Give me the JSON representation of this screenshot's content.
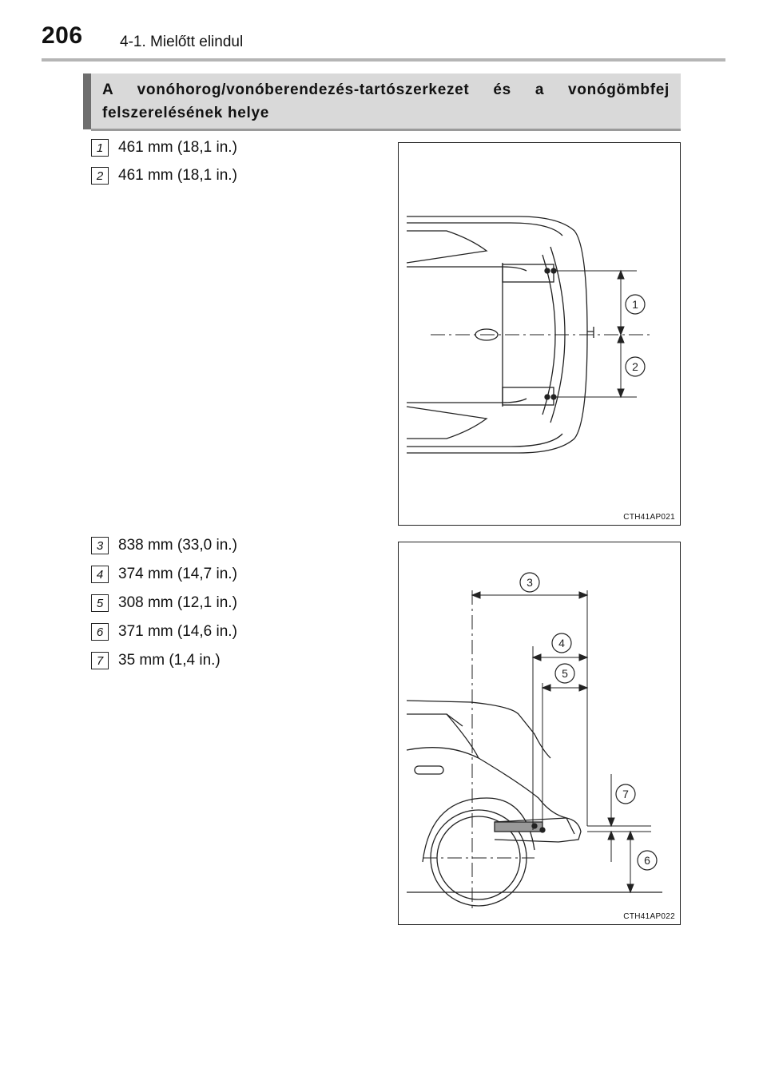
{
  "header": {
    "page_number": "206",
    "chapter": "4-1. Mielőtt elindul"
  },
  "section": {
    "title": "A vonóhorog/vonóberendezés-tartószerkezet és a vonógömbfej felszerelésének helye"
  },
  "measurements_top": [
    {
      "num": "1",
      "text": "461 mm (18,1 in.)"
    },
    {
      "num": "2",
      "text": "461 mm (18,1 in.)"
    }
  ],
  "measurements_bottom": [
    {
      "num": "3",
      "text": "838 mm (33,0 in.)"
    },
    {
      "num": "4",
      "text": "374 mm (14,7 in.)"
    },
    {
      "num": "5",
      "text": "308 mm (12,1 in.)"
    },
    {
      "num": "6",
      "text": "371 mm (14,6 in.)"
    },
    {
      "num": "7",
      "text": "35 mm (1,4 in.)"
    }
  ],
  "figures": {
    "top": {
      "code": "CTH41AP021",
      "callouts": [
        "1",
        "2"
      ]
    },
    "bottom": {
      "code": "CTH41AP022",
      "callouts": [
        "3",
        "4",
        "5",
        "6",
        "7"
      ]
    }
  }
}
